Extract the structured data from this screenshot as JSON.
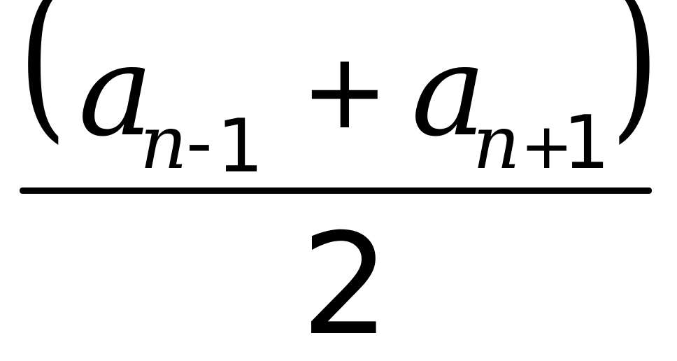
{
  "formula": {
    "open_paren": "(",
    "close_paren": ")",
    "var_left": "a",
    "sub_left_n": "n",
    "sub_left_op": "-",
    "sub_left_num": "1",
    "plus": "+",
    "var_right": "a",
    "sub_right_n": "n",
    "sub_right_op": "+",
    "sub_right_num": "1",
    "denominator": "2"
  }
}
